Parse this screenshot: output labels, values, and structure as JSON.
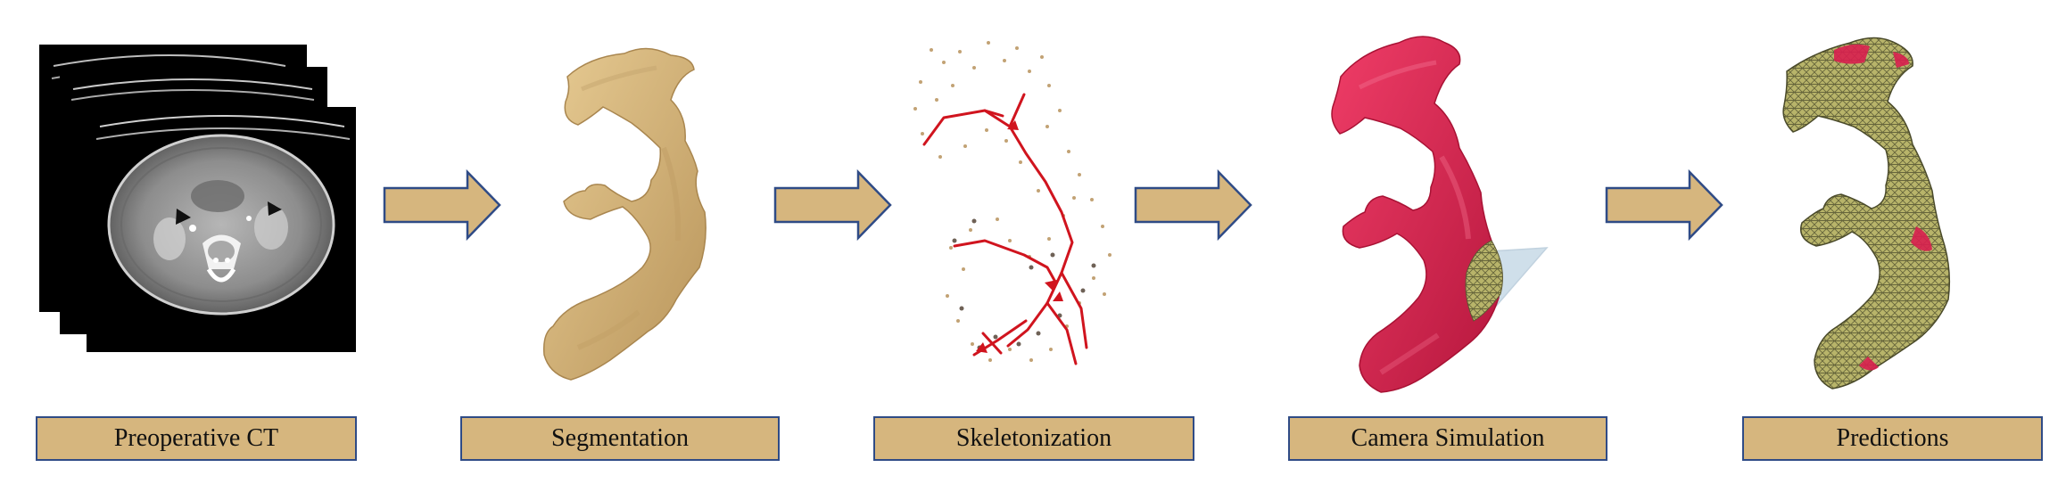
{
  "stages": [
    {
      "label": "Preoperative CT"
    },
    {
      "label": "Segmentation"
    },
    {
      "label": "Skeletonization"
    },
    {
      "label": "Camera Simulation"
    },
    {
      "label": "Predictions"
    }
  ],
  "colors": {
    "label_fill": "#d6b67e",
    "label_border": "#2f4b86",
    "arrow_fill": "#d6b67e",
    "arrow_stroke": "#2f4b86",
    "segmentation_surface": "#d9b97f",
    "skeleton_line": "#d0141e",
    "camera_surface": "#d81f4f",
    "camera_frustum": "#a9c6d9",
    "prediction_surface": "#b8b46a",
    "prediction_mesh": "#4a4a2a"
  },
  "icons": [
    "ct-slices-image",
    "segmentation-render",
    "skeleton-point-cloud",
    "camera-simulation-render",
    "prediction-mesh-render",
    "flow-arrow-icon"
  ]
}
